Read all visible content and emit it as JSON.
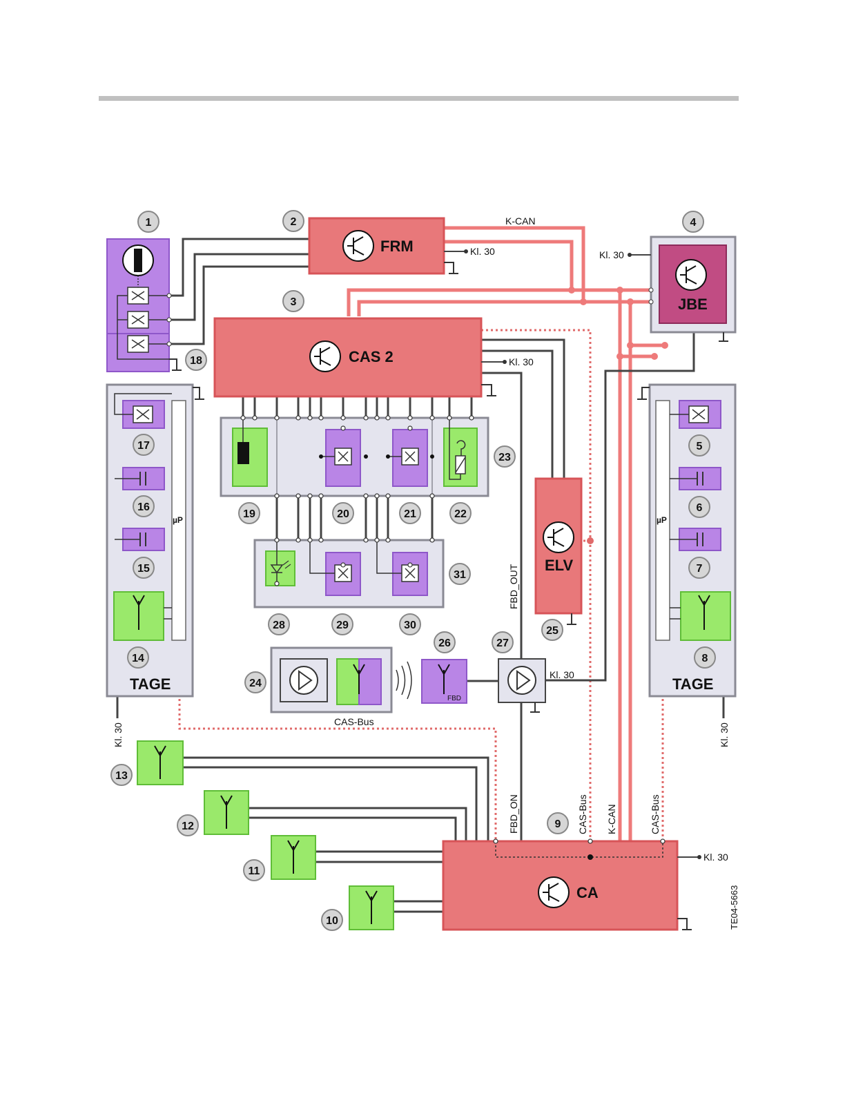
{
  "figure_id": "TE04-5663",
  "colors": {
    "ecu_fill": "#e8787a",
    "ecu_border": "#d75458",
    "purple": "#b985e6",
    "purple_border": "#8e57c9",
    "green": "#9ae96b",
    "green_border": "#5fbd37",
    "panel": "#e4e4ee",
    "panel_border": "#8a8a94",
    "wire": "#444444",
    "can": "#ee7a7a",
    "casbus": "#e06a6a",
    "jbe_fill": "#c14c83"
  },
  "ecus": {
    "frm": "FRM",
    "cas": "CAS 2",
    "jbe": "JBE",
    "elv": "ELV",
    "ca": "CA"
  },
  "labels": {
    "k_can_top": "K-CAN",
    "kl30": "Kl. 30",
    "fbd_out": "FBD_OUT",
    "fbd_on": "FBD_ON",
    "cas_bus": "CAS-Bus",
    "k_can": "K-CAN",
    "tage": "TAGE",
    "mu_p": "µP",
    "fbd": "FBD"
  },
  "numbers": {
    "n1": "1",
    "n2": "2",
    "n3": "3",
    "n4": "4",
    "n5": "5",
    "n6": "6",
    "n7": "7",
    "n8": "8",
    "n9": "9",
    "n10": "10",
    "n11": "11",
    "n12": "12",
    "n13": "13",
    "n14": "14",
    "n15": "15",
    "n16": "16",
    "n17": "17",
    "n18": "18",
    "n19": "19",
    "n20": "20",
    "n21": "21",
    "n22": "22",
    "n23": "23",
    "n24": "24",
    "n25": "25",
    "n26": "26",
    "n27": "27",
    "n28": "28",
    "n29": "29",
    "n30": "30",
    "n31": "31"
  }
}
